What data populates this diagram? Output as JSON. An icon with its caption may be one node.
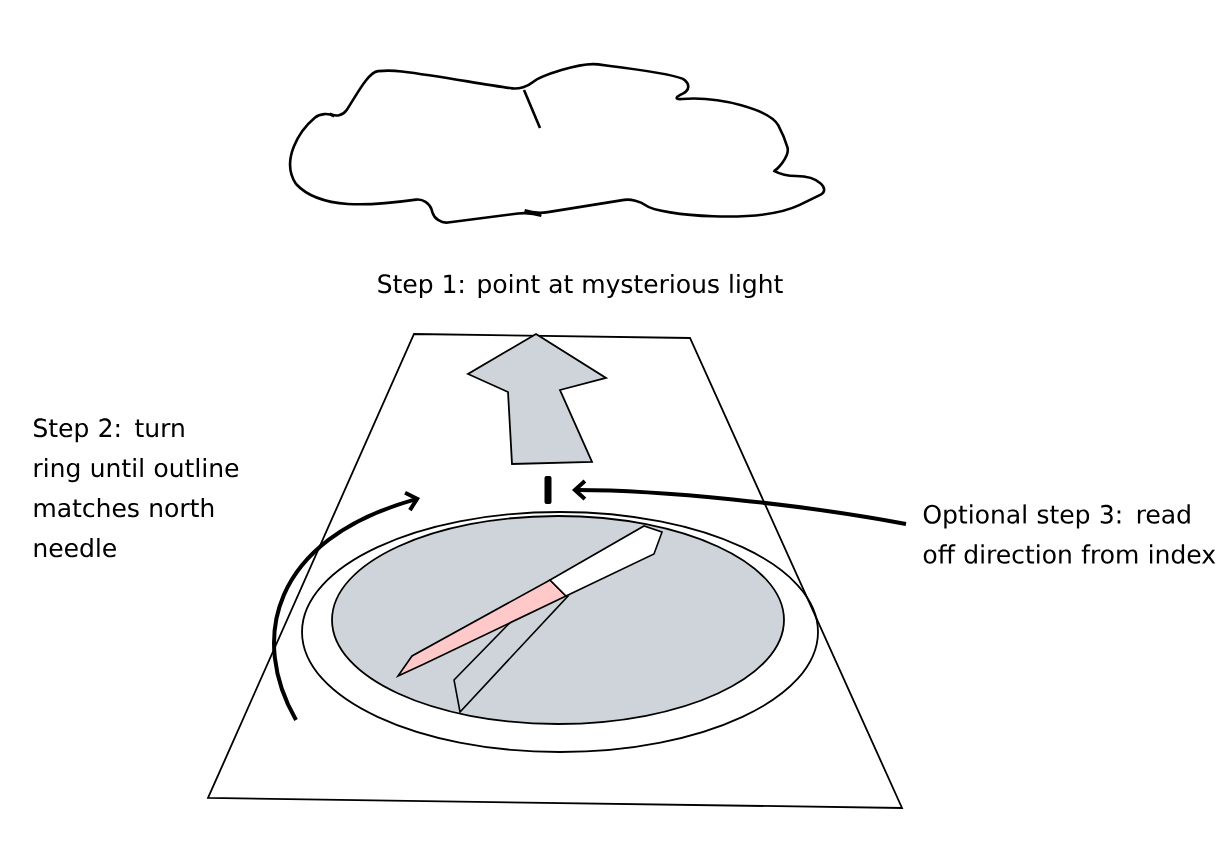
{
  "diagram": {
    "nodes": [
      {
        "text": [
          "Optional step 3: read off direction from index"
        ]
      },
      {
        "text": [],
        "shape": "bar"
      }
    ],
    "edges": [
      {
        "from": 0,
        "to": 1,
        "arrow": "to"
      }
    ],
    "labels": [
      "Step 1: point at mysterious light",
      "Step 2: turn ring until outline matches north needle"
    ]
  }
}
